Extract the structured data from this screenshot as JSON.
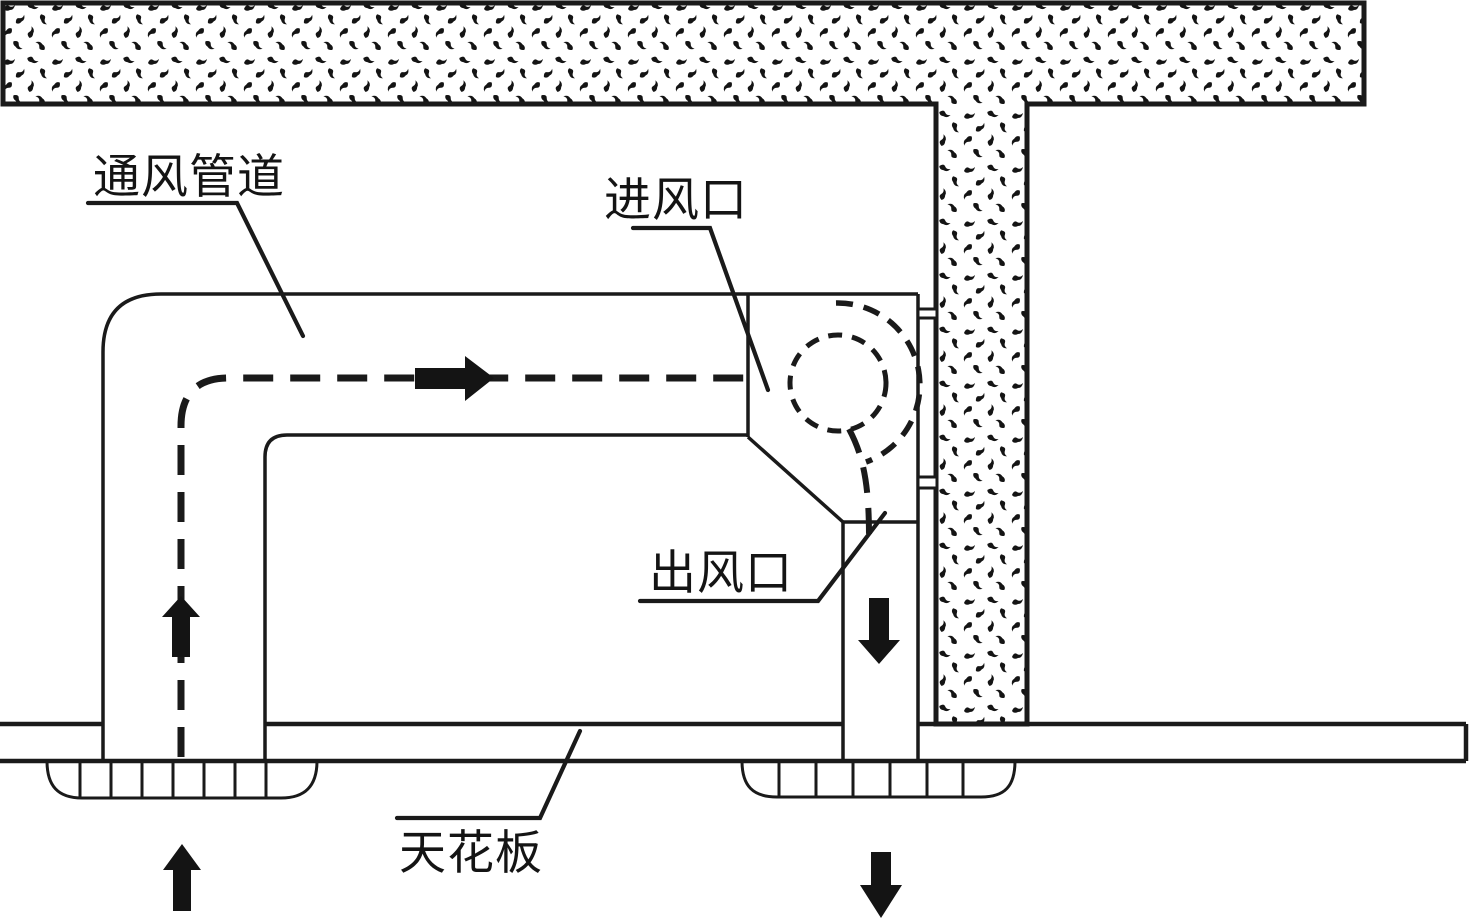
{
  "diagram": {
    "kind": "hvac-ceiling-ventilation-schematic",
    "labels": {
      "ventilation_duct": "通风管道",
      "air_inlet": "进风口",
      "air_outlet": "出风口",
      "ceiling": "天花板"
    },
    "icons": {
      "flow_right_arrow": "➔",
      "flow_up_arrow": "⬆",
      "flow_down_arrow": "⬇",
      "fan_impeller": "dashed-circle"
    },
    "colors": {
      "line": "#1a1a1a",
      "arrow_fill": "#141414",
      "background": "#ffffff"
    }
  }
}
